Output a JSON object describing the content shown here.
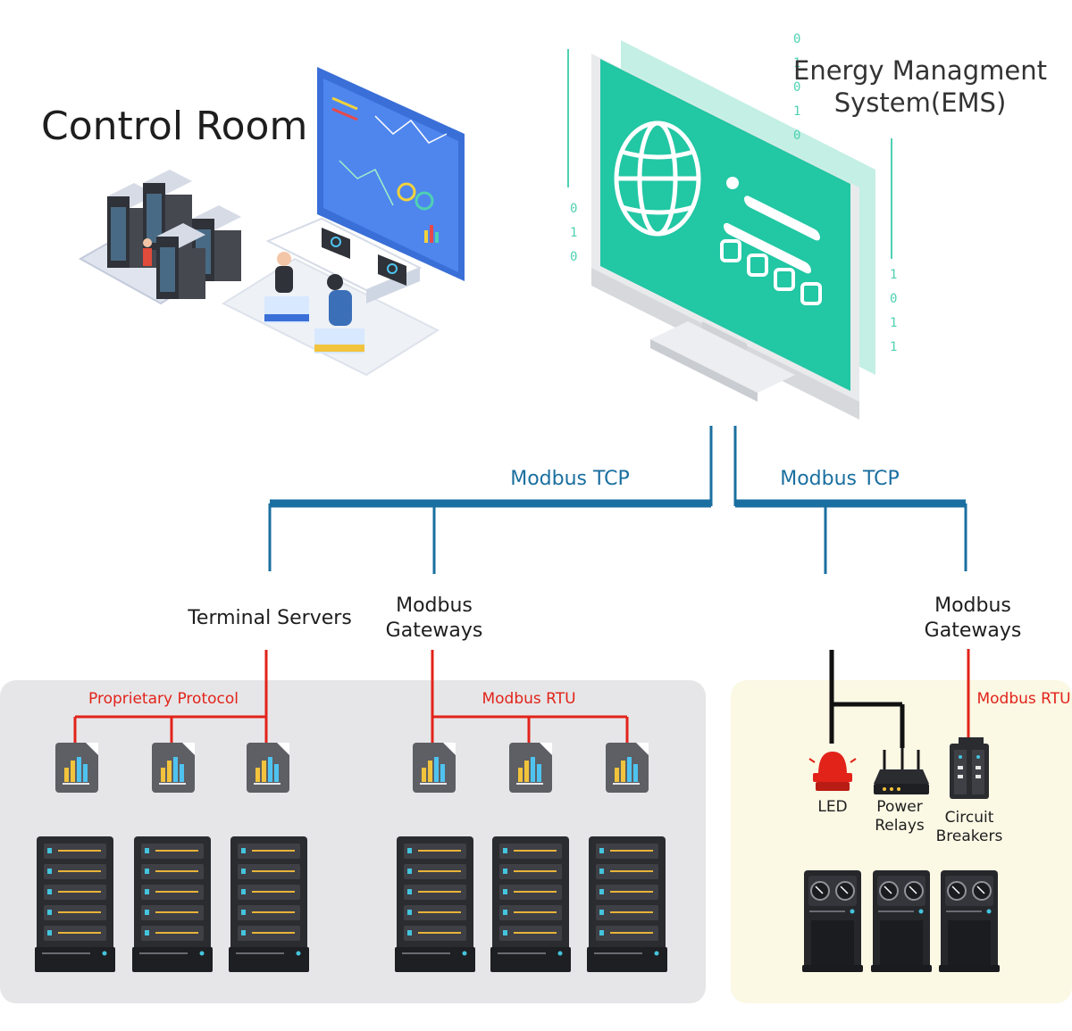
{
  "labels": {
    "control_room": "Control Room",
    "ems_line1": "Energy Managment",
    "ems_line2": "System(EMS)",
    "modbus_tcp_left": "Modbus TCP",
    "modbus_tcp_right": "Modbus TCP",
    "terminal_servers": "Terminal Servers",
    "gateways_left_line1": "Modbus",
    "gateways_left_line2": "Gateways",
    "gateways_right_line1": "Modbus",
    "gateways_right_line2": "Gateways",
    "proprietary_protocol": "Proprietary Protocol",
    "modbus_rtu_left": "Modbus RTU",
    "modbus_rtu_right": "Modbus RTU",
    "led": "LED",
    "power_relays_line1": "Power",
    "power_relays_line2": "Relays",
    "circuit_breakers_line1": "Circuit",
    "circuit_breakers_line2": "Breakers"
  },
  "binary": {
    "col1": [
      "0",
      "1",
      "0",
      "1",
      "0"
    ],
    "col2": [
      "0",
      "1",
      "0"
    ],
    "col3": [
      "1",
      "0",
      "1",
      "1"
    ]
  },
  "colors": {
    "tcp_line": "#1a6fa0",
    "rtu_line": "#e2231a",
    "screen": "#22c7a4",
    "panel_left": "#e6e6e8",
    "panel_right": "#fbf8e4"
  }
}
